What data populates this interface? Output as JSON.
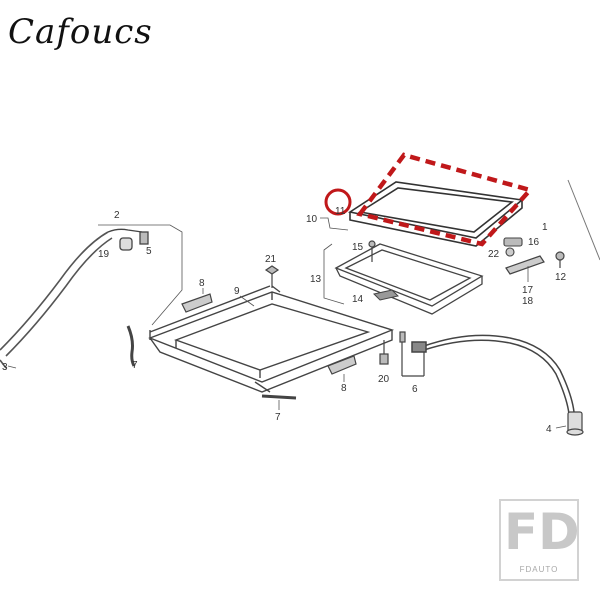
{
  "brand": {
    "text": "Cafoucs"
  },
  "watermark": {
    "letters": "FD",
    "caption": "FDAUTO"
  },
  "highlight_color": "#c0181a",
  "callouts": {
    "c1": "1",
    "c2": "2",
    "c3": "3",
    "c4": "4",
    "c5": "5",
    "c6": "6",
    "c7a": "7",
    "c7b": "7",
    "c8a": "8",
    "c8b": "8",
    "c9": "9",
    "c10": "10",
    "c11": "11",
    "c12": "12",
    "c13": "13",
    "c14": "14",
    "c15": "15",
    "c16": "16",
    "c17": "17",
    "c18": "18",
    "c19": "19",
    "c20": "20",
    "c21": "21",
    "c22": "22"
  }
}
